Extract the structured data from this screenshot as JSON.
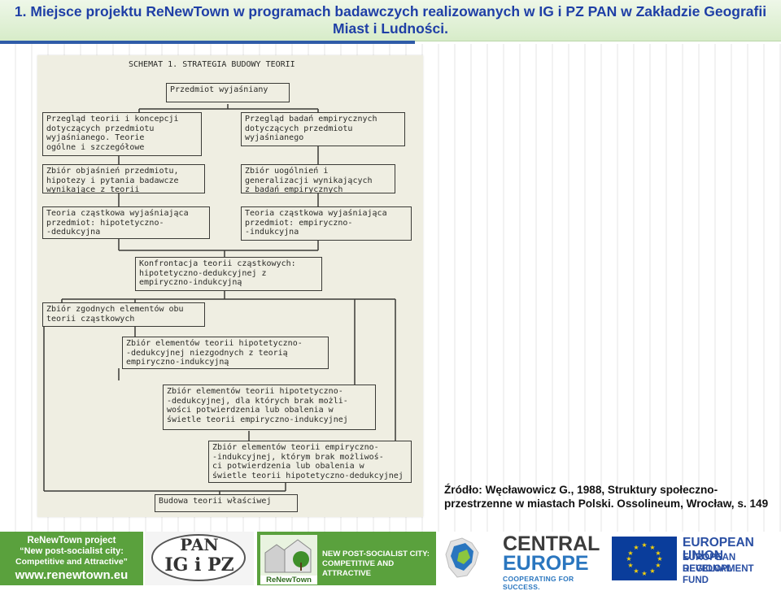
{
  "title": "1. Miejsce projektu ReNewTown w programach badawczych realizowanych w IG i PZ PAN w Zakładzie Geografii Miast i Ludności.",
  "scheme": {
    "heading": "SCHEMAT 1. STRATEGIA BUDOWY TEORII",
    "boxes": {
      "subject": "Przedmiot wyjaśniany",
      "theory_review": "Przegląd teorii i koncepcji\ndotyczących przedmiotu\nwyjaśnianego. Teorie\nogólne i szczegółowe",
      "empirical_review": "Przegląd badań empirycznych\ndotyczących przedmiotu\nwyjaśnianego",
      "explanations": "Zbiór objaśnień przedmiotu,\nhipotezy i pytania badawcze\nwynikające z teorii",
      "generalizations": "Zbiór uogólnień i\ngeneralizacji wynikających\nz badań empirycznych",
      "partial_hd": "Teoria cząstkowa wyjaśniająca\nprzedmiot: hipotetyczno-\n-dedukcyjna",
      "partial_ei": "Teoria cząstkowa wyjaśniająca\nprzedmiot: empiryczno-\n-indukcyjna",
      "confrontation": "Konfrontacja teorii cząstkowych:\nhipotetyczno-dedukcyjnej z\nempiryczno-indukcyjną",
      "consistent": "Zbiór zgodnych elementów obu\nteorii cząstkowych",
      "inconsistent": "Zbiór elementów teorii hipotetyczno-\n-dedukcyjnej niezgodnych z teorią\nempiryczno-indukcyjną",
      "unconfirmed_hd": "Zbiór elementów teorii hipotetyczno-\n-dedukcyjnej, dla których brak możli-\nwości potwierdzenia lub obalenia w\nświetle teorii empiryczno-indukcyjnej",
      "unconfirmed_ei": "Zbiór elementów teorii empiryczno-\n-indukcyjnej, którym brak możliwoś-\nci potwierdzenia lub obalenia w\nświetle teorii hipotetyczno-dedukcyjnej",
      "proper": "Budowa teorii właściwej"
    }
  },
  "source": "Źródło: Węcławowicz G., 1988, Struktury społeczno-przestrzenne w miastach Polski. Ossolineum, Wrocław, s. 149",
  "footer": {
    "project_line1": "ReNewTown project",
    "project_line2": "“New post-socialist city:",
    "project_line3": "Competitive and Attractive”",
    "project_url": "www.renewtown.eu",
    "pan_logo_top": "PAN",
    "pan_logo_bottom": "IG i PZ",
    "renewtown_logo": "ReNewTown",
    "slogan_line1": "NEW POST-SOCIALIST CITY:",
    "slogan_line2": "COMPETITIVE AND ATTRACTIVE",
    "ce_line1": "CENTRAL",
    "ce_line2": "EUROPE",
    "ce_tagline": "COOPERATING FOR SUCCESS.",
    "eu_line1": "EUROPEAN UNION",
    "eu_line2": "EUROPEAN REGIONAL",
    "eu_line3": "DEVELOPMENT FUND"
  },
  "colors": {
    "title_text": "#1f3fa6",
    "footer_green": "#5aa13d",
    "eu_blue": "#0a3d9b",
    "eu_star": "#f6d20a"
  }
}
